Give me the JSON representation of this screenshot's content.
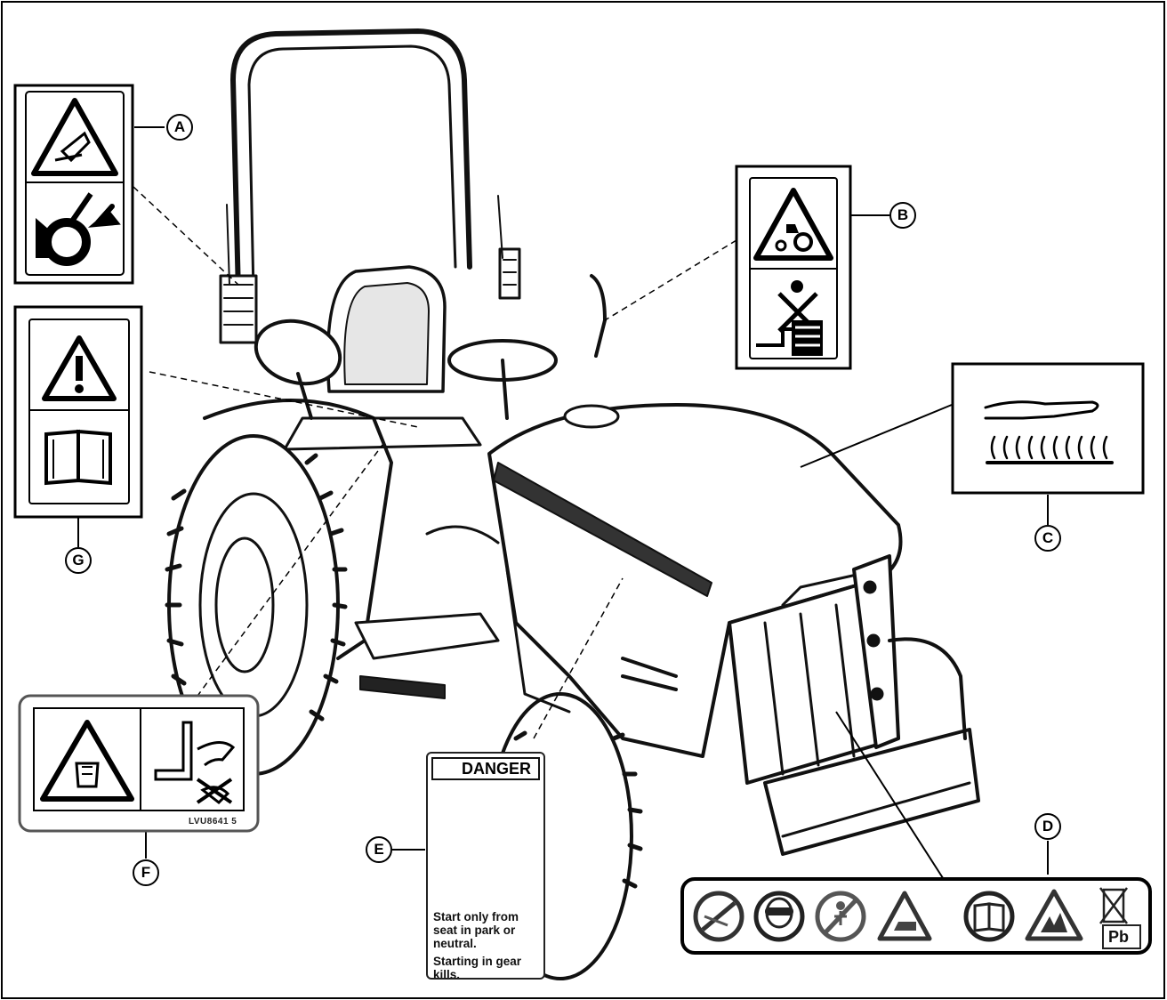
{
  "callouts": {
    "a": "A",
    "b": "B",
    "c": "C",
    "d": "D",
    "e": "E",
    "f": "F",
    "g": "G"
  },
  "decal_e": {
    "header": "DANGER",
    "line1": "Start only from seat in park or neutral.",
    "line2": "Starting in gear kills."
  },
  "decal_f": {
    "part_number": "LVU8641 5"
  },
  "decal_d": {
    "lead_symbol": "Pb"
  }
}
